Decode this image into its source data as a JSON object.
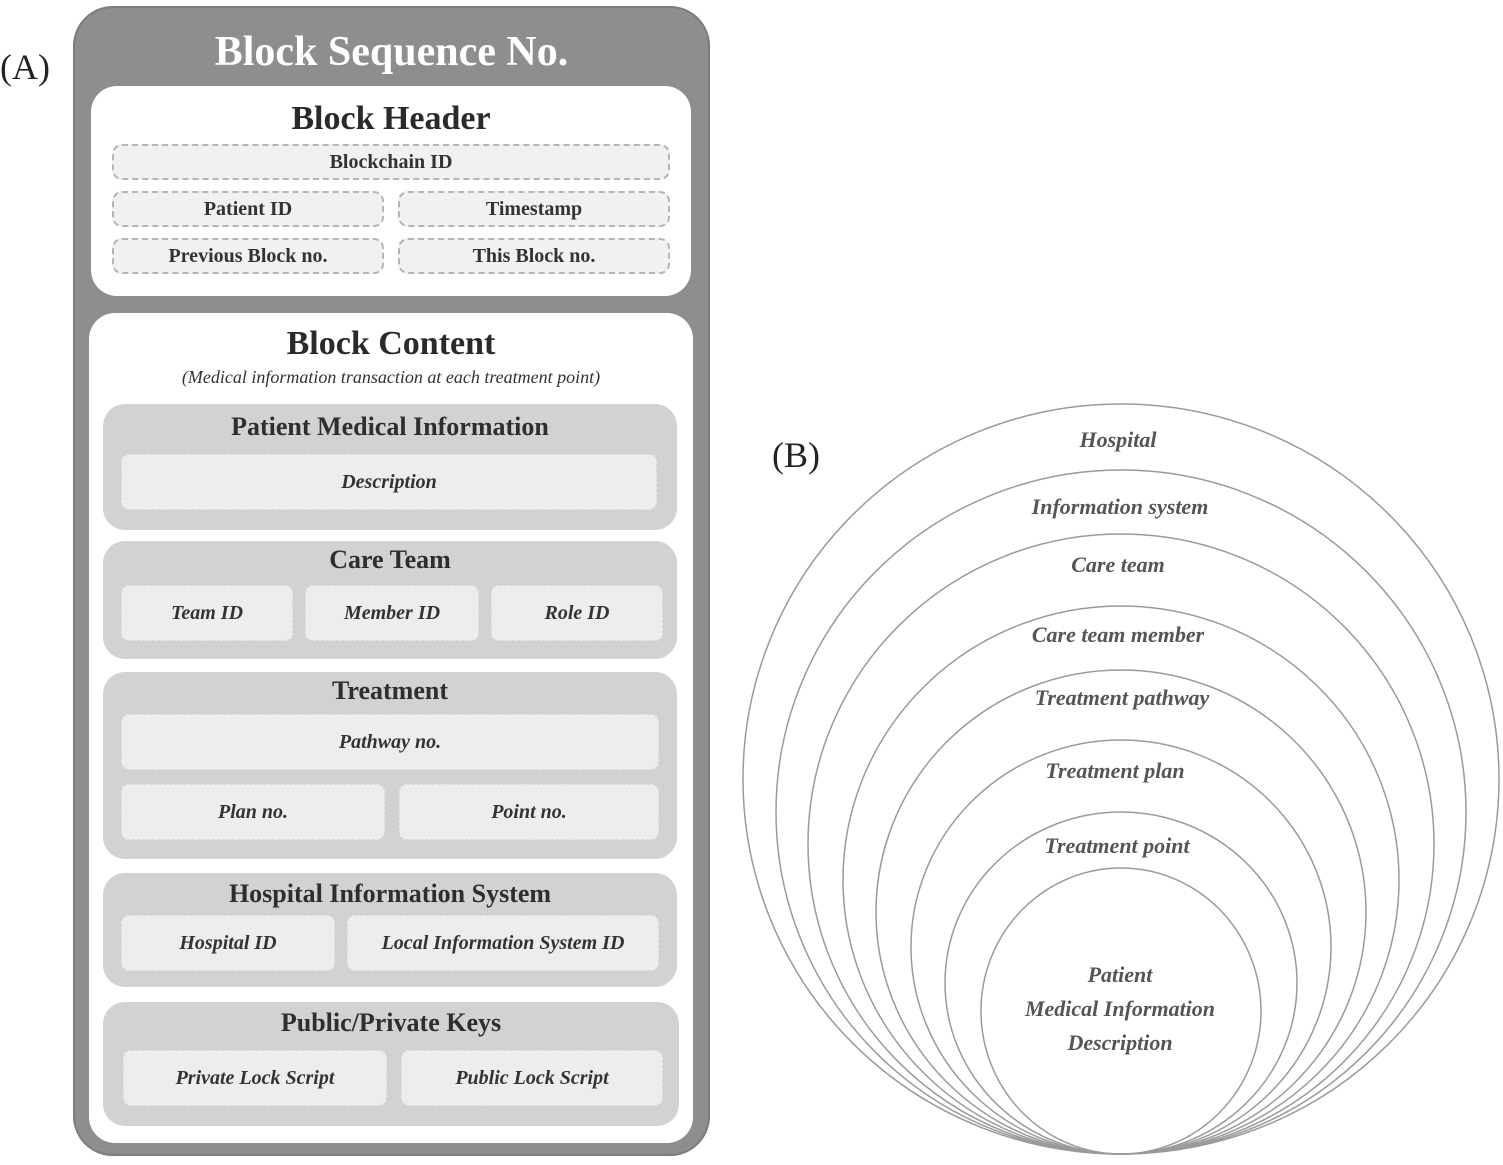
{
  "panel_a": {
    "label": "(A)",
    "title": "Block Sequence No.",
    "header": {
      "title": "Block Header",
      "fields": [
        "Blockchain ID",
        "Patient ID",
        "Timestamp",
        "Previous Block no.",
        "This Block no."
      ]
    },
    "content": {
      "title": "Block Content",
      "subtitle": "(Medical information transaction at each treatment point)",
      "groups": [
        {
          "title": "Patient Medical Information",
          "fields": [
            "Description"
          ]
        },
        {
          "title": "Care Team",
          "fields": [
            "Team ID",
            "Member ID",
            "Role ID"
          ]
        },
        {
          "title": "Treatment",
          "fields": [
            "Pathway no.",
            "Plan no.",
            "Point no."
          ]
        },
        {
          "title": "Hospital Information System",
          "fields": [
            "Hospital ID",
            "Local Information System ID"
          ]
        },
        {
          "title": "Public/Private Keys",
          "fields": [
            "Private Lock Script",
            "Public Lock Script"
          ]
        }
      ]
    }
  },
  "panel_b": {
    "label": "(B)",
    "layers": [
      "Hospital",
      "Information system",
      "Care team",
      "Care team member",
      "Treatment pathway",
      "Treatment plan",
      "Treatment point"
    ],
    "core": [
      "Patient",
      "Medical Information",
      "Description"
    ]
  }
}
